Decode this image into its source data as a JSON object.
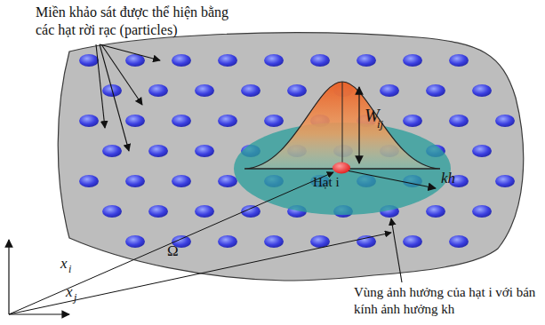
{
  "diagram": {
    "labels": [
      "Miền khảo sát được thể hiện bằng các hạt rời rạc (particles)",
      "W",
      "ij",
      "Hạt i",
      "kh",
      "Ω",
      "x",
      "i",
      "x",
      "j",
      "Vùng ảnh hưởng của hạt i với bán kính ảnh hưởng kh"
    ]
  }
}
